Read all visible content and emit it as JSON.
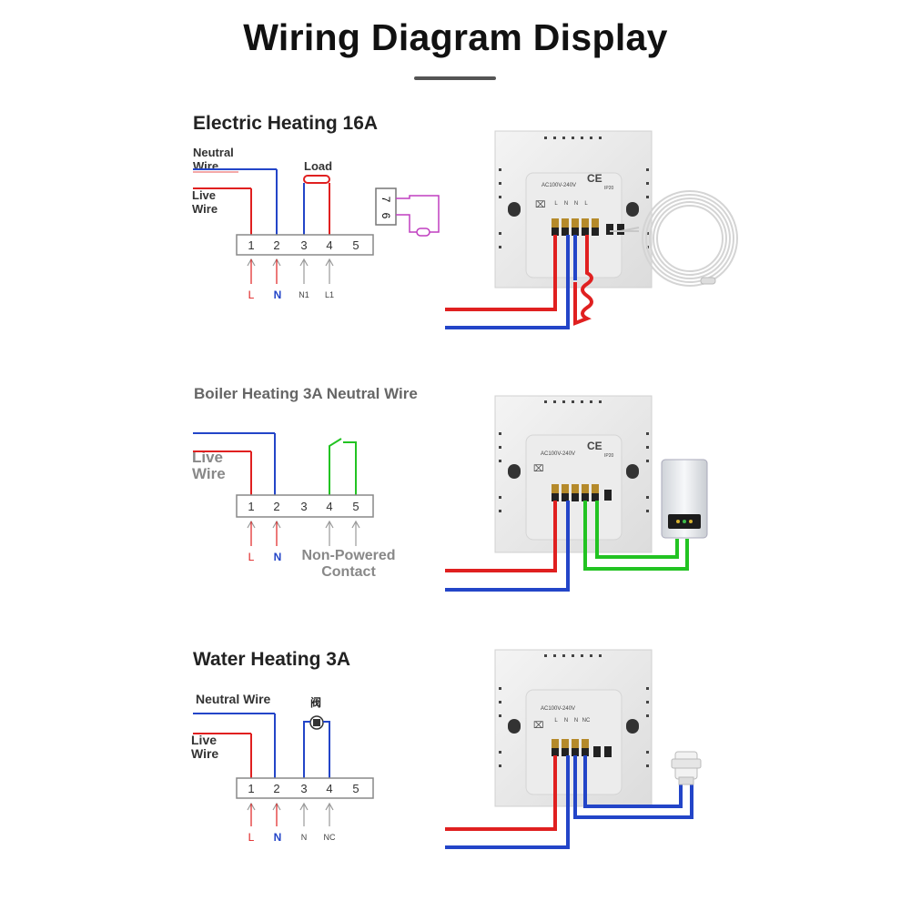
{
  "title": "Wiring Diagram Display",
  "sections": [
    {
      "title": "Electric Heating 16A",
      "labels": {
        "neutral": "Neutral Wire",
        "live": "Live Wire",
        "load": "Load"
      },
      "terminals": [
        "1",
        "2",
        "3",
        "4",
        "5"
      ],
      "bottom_labels": [
        "L",
        "N",
        "N1",
        "L1"
      ],
      "sensor_pins": [
        "7",
        "6"
      ]
    },
    {
      "title": "Boiler Heating 3A Neutral Wire",
      "labels": {
        "live": "Live Wire",
        "contact": "Non-Powered Contact"
      },
      "terminals": [
        "1",
        "2",
        "3",
        "4",
        "5"
      ],
      "bottom_labels": [
        "L",
        "N"
      ]
    },
    {
      "title": "Water Heating 3A",
      "labels": {
        "neutral": "Neutral Wire",
        "live": "Live Wire",
        "valve": "阀"
      },
      "terminals": [
        "1",
        "2",
        "3",
        "4",
        "5"
      ],
      "bottom_labels": [
        "L",
        "N",
        "N",
        "NC"
      ]
    }
  ],
  "device": {
    "voltage": "AC100V-240V",
    "ce": "CE",
    "ip": "IP20",
    "pins_1": [
      "L",
      "N",
      "N",
      "L"
    ],
    "pins_3": [
      "L",
      "N",
      "N",
      "NC"
    ]
  },
  "colors": {
    "live": "#e02020",
    "neutral": "#2345c8",
    "contact": "#22c322"
  }
}
